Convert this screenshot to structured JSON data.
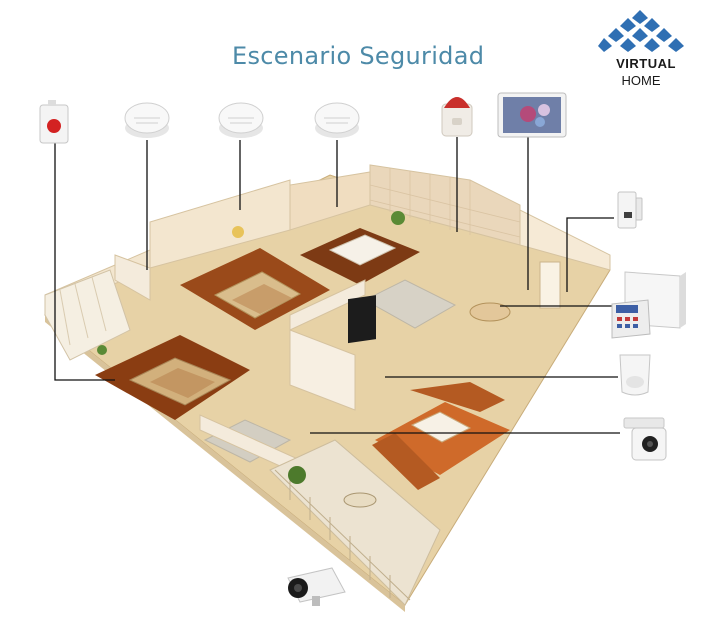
{
  "title": "Escenario Seguridad",
  "logo": {
    "line1": "VIRTUAL",
    "line2": "HOME"
  },
  "colors": {
    "title": "#4d8aa8",
    "floor": "#e7d2a6",
    "wall": "#f3e6cf",
    "rug": "#cf6a2a",
    "wood": "#8a3d12",
    "logo_blue": "#2f6fb3"
  },
  "devices": [
    {
      "icon": "panic-button-icon"
    },
    {
      "icon": "smoke-detector-icon"
    },
    {
      "icon": "smoke-detector-icon"
    },
    {
      "icon": "smoke-detector-icon"
    },
    {
      "icon": "siren-icon"
    },
    {
      "icon": "touch-panel-icon"
    },
    {
      "icon": "door-sensor-icon"
    },
    {
      "icon": "alarm-control-panel-icon"
    },
    {
      "icon": "keypad-icon"
    },
    {
      "icon": "motion-sensor-icon"
    },
    {
      "icon": "ip-camera-icon"
    },
    {
      "icon": "bullet-camera-icon"
    }
  ]
}
